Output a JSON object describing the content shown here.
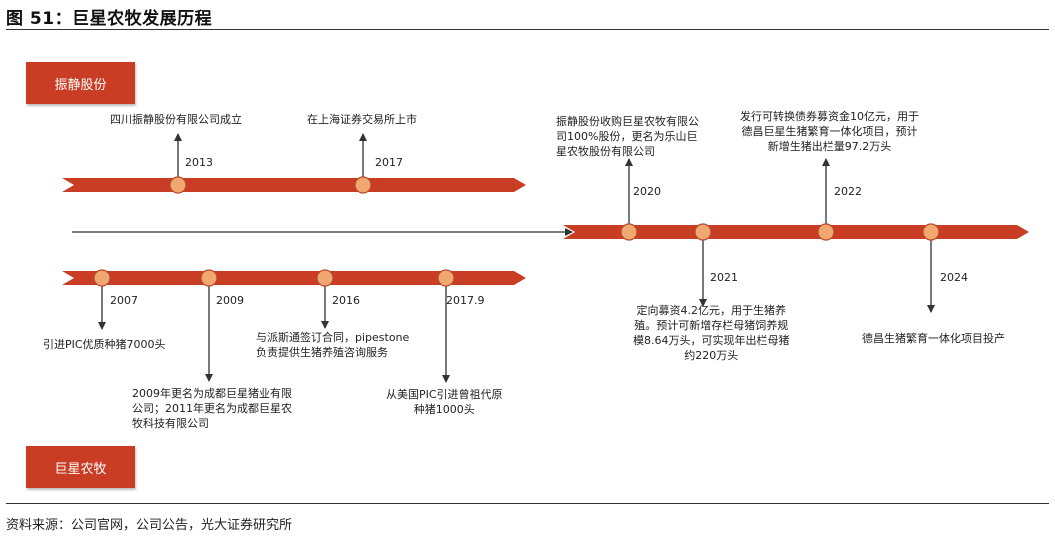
{
  "title": "图 51：巨星农牧发展历程",
  "source": "资料来源：公司官网，公司公告，光大证券研究所",
  "colors": {
    "bar": "#c93d24",
    "node": "#f0a870",
    "box": "#c93d24"
  },
  "companies": {
    "top": "振静股份",
    "bottom": "巨星农牧"
  },
  "milestones": [
    {
      "year": "2013",
      "text": "四川振静股份有限公司成立"
    },
    {
      "year": "2017",
      "text": "在上海证券交易所上市"
    },
    {
      "year": "2007",
      "text": "引进PIC优质种猪7000头"
    },
    {
      "year": "2009",
      "text": "2009年更名为成都巨星猪业有限\n公司；2011年更名为成都巨星农\n牧科技有限公司"
    },
    {
      "year": "2016",
      "text": "与派斯通签订合同，pipestone\n负责提供生猪养殖咨询服务"
    },
    {
      "year": "2017.9",
      "text": "从美国PIC引进曾祖代原\n种猪1000头"
    },
    {
      "year": "2020",
      "text": "振静股份收购巨星农牧有限公\n司100%股份，更名为乐山巨\n星农牧股份有限公司"
    },
    {
      "year": "2021",
      "text": "定向募资4.2亿元，用于生猪养\n殖。预计可新增存栏母猪饲养规\n模8.64万头，可实现年出栏母猪\n约220万头"
    },
    {
      "year": "2022",
      "text": "发行可转换债券募资金10亿元，用于\n德昌巨星生猪繁育一体化项目，预计\n新增生猪出栏量97.2万头"
    },
    {
      "year": "2024",
      "text": "德昌生猪繁育一体化项目投产"
    }
  ]
}
